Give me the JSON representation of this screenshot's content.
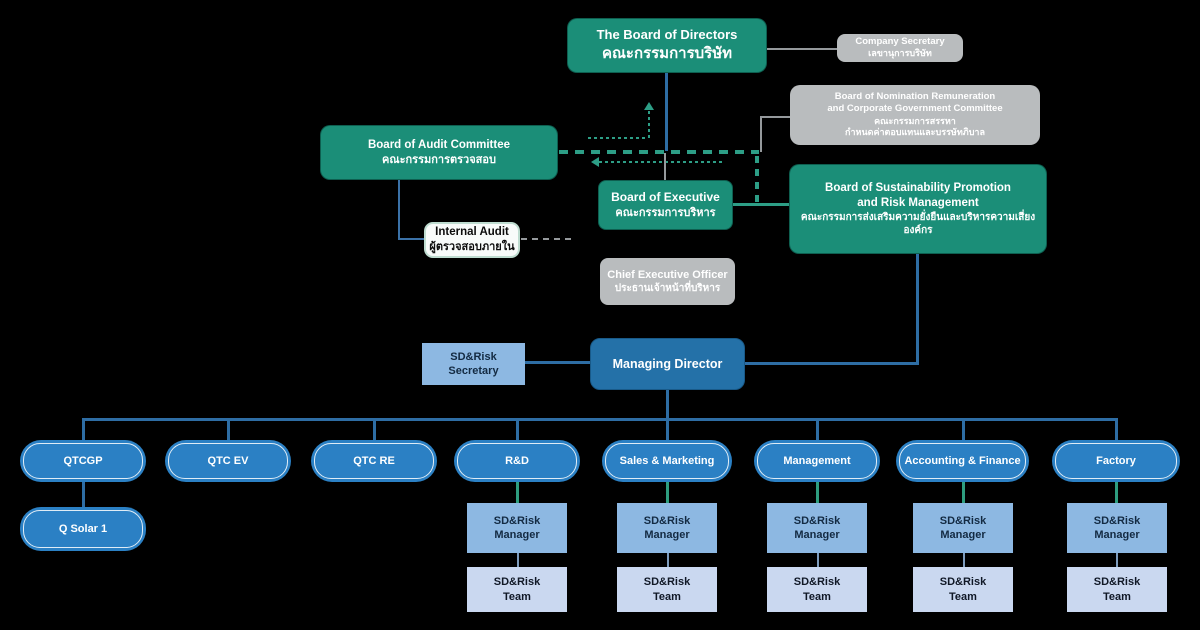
{
  "nodes": {
    "board_of_directors": {
      "en": "The Board of Directors",
      "th": "คณะกรรมการบริษัท"
    },
    "company_secretary": {
      "en": "Company Secretary",
      "th": "เลขานุการบริษัท"
    },
    "nomination": {
      "en1": "Board of Nomination Remuneration",
      "en2": "and Corporate Government Committee",
      "th1": "คณะกรรมการสรรหา",
      "th2": "กำหนดค่าตอบแทนและบรรษัทภิบาล"
    },
    "audit": {
      "en": "Board of Audit Committee",
      "th": "คณะกรรมการตรวจสอบ"
    },
    "executive": {
      "en": "Board of Executive",
      "th": "คณะกรรมการบริหาร"
    },
    "sustainability": {
      "en1": "Board of Sustainability Promotion",
      "en2": "and Risk Management",
      "th": "คณะกรรมการส่งเสริมความยั่งยืนและบริหารความเสี่ยงองค์กร"
    },
    "internal_audit": {
      "en": "Internal Audit",
      "th": "ผู้ตรวจสอบภายใน"
    },
    "ceo": {
      "en": "Chief Executive Officer",
      "th": "ประธานเจ้าหน้าที่บริหาร"
    },
    "sd_risk_secretary": {
      "line1": "SD&Risk",
      "line2": "Secretary"
    },
    "managing_director": {
      "label": "Managing Director"
    },
    "q_solar": {
      "label": "Q Solar 1"
    },
    "sd_risk_manager": {
      "line1": "SD&Risk",
      "line2": "Manager"
    },
    "sd_risk_team": {
      "line1": "SD&Risk",
      "line2": "Team"
    }
  },
  "divisions": [
    "QTCGP",
    "QTC EV",
    "QTC RE",
    "R&D",
    "Sales & Marketing",
    "Management",
    "Accounting & Finance",
    "Factory"
  ],
  "colors": {
    "committee_teal": "#1b8e78",
    "gray_node": "#b9bcbe",
    "managing_blue": "#2471a8",
    "division_blue": "#2b80c4",
    "sd_light_blue": "#8db8e2",
    "sd_lighter_blue": "#cad8f0",
    "line_blue": "#2e6da4",
    "line_teal": "#2d9e86",
    "line_gray": "#95999c",
    "line_green": "#2e9d7f",
    "background": "#000000"
  }
}
